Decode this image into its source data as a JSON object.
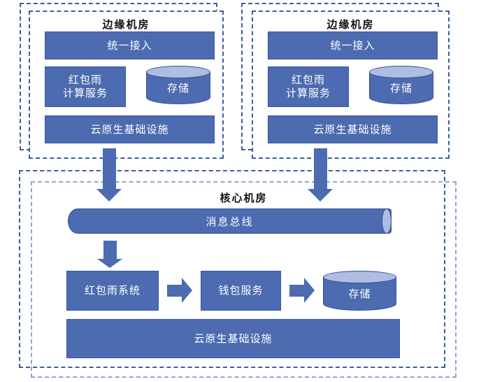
{
  "diagram": {
    "edge_rooms": [
      {
        "title": "边缘机房",
        "access": "统一接入",
        "compute_line1": "红包雨",
        "compute_line2": "计算服务",
        "storage": "存储",
        "infra": "云原生基础设施"
      },
      {
        "title": "边缘机房",
        "access": "统一接入",
        "compute_line1": "红包雨",
        "compute_line2": "计算服务",
        "storage": "存储",
        "infra": "云原生基础设施"
      }
    ],
    "core_room": {
      "title": "核心机房",
      "bus": "消息总线",
      "system": "红包雨系统",
      "wallet": "钱包服务",
      "storage": "存储",
      "infra": "云原生基础设施"
    },
    "colors": {
      "node_fill": "#4c6bb0",
      "node_border": "#3a57a0",
      "cylinder_top_fill": "#afbde1",
      "cylinder_border": "#31509c",
      "dash_dark": "#3d5ca6",
      "dash_light": "#94a3d0",
      "node_text": "#ffffff",
      "title_text": "#111111"
    }
  }
}
